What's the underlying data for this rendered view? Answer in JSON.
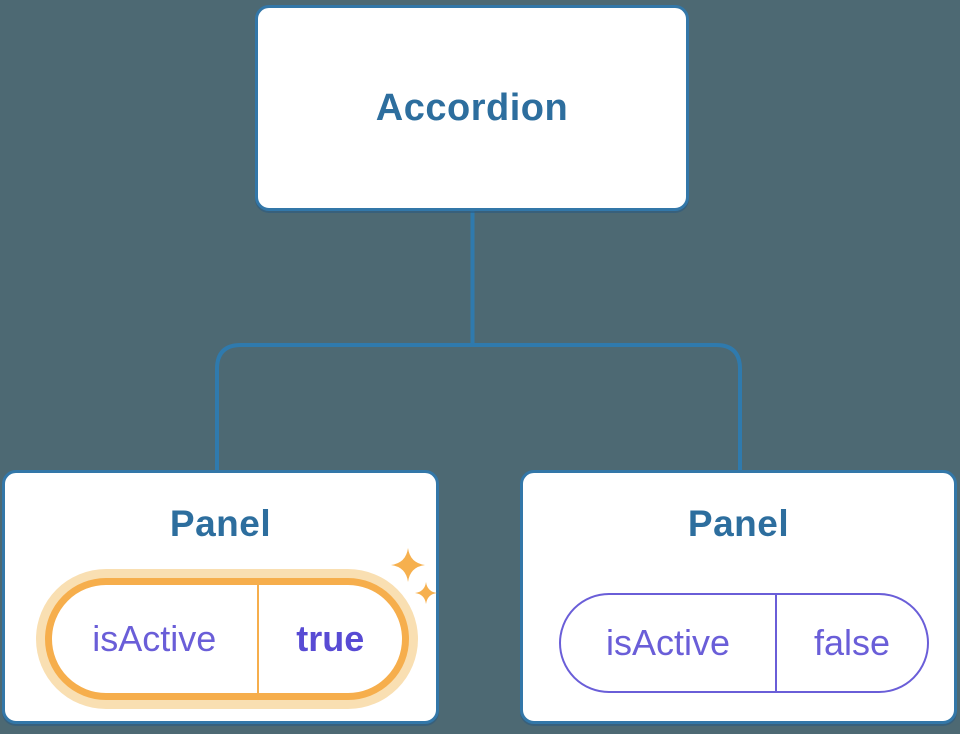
{
  "diagram_type": "component-tree",
  "tree": {
    "root": {
      "label": "Accordion"
    },
    "children": [
      {
        "label": "Panel",
        "state": {
          "key": "isActive",
          "value": "true",
          "active": true,
          "highlighted": true
        }
      },
      {
        "label": "Panel",
        "state": {
          "key": "isActive",
          "value": "false",
          "active": false,
          "highlighted": false
        }
      }
    ]
  },
  "icons": {
    "sparkle": "two four-pointed orange stars marking the updated state"
  },
  "colors": {
    "page_bg": "#4D6973",
    "node_bg": "#FFFFFF",
    "node_border": "#3377A8",
    "connector": "#2F7AAD",
    "node_title": "#2D6E9E",
    "state_text": "#6A5ED8",
    "state_value_active": "#584BD4",
    "active_ring": "#F6AE4C",
    "active_glow": "#F9DFB2",
    "sparkle": "#F6B04E"
  }
}
